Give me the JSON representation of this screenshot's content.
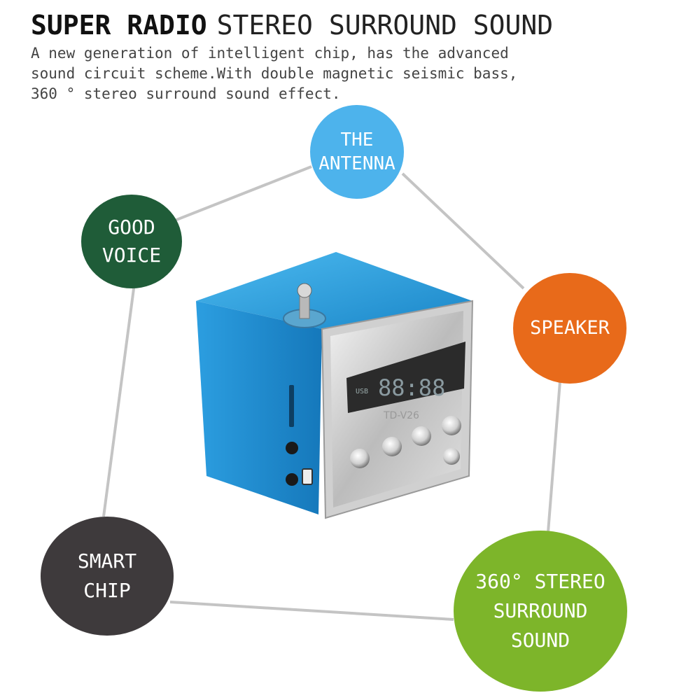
{
  "header": {
    "title_bold": "SUPER RADIO",
    "title_rest": "STEREO SURROUND SOUND",
    "description": "A new generation of intelligent chip, has the advanced\nsound circuit scheme.With double magnetic seismic bass,\n360 °  stereo surround sound effect."
  },
  "bubbles": {
    "antenna": {
      "label": "THE\nANTENNA",
      "color": "#4db3ec"
    },
    "voice": {
      "label": "GOOD\nVOICE",
      "color": "#1f5c38"
    },
    "speaker": {
      "label": "SPEAKER",
      "color": "#e86a1a"
    },
    "chip": {
      "label": "SMART\nCHIP",
      "color": "#3e3a3c"
    },
    "stereo": {
      "label": "360° STEREO\nSURROUND\nSOUND",
      "color": "#7db52a"
    }
  },
  "device": {
    "usb_label": "USB",
    "display_digits": "88:88",
    "model_label": "TD-V26",
    "body_color": "#1a95d6"
  }
}
